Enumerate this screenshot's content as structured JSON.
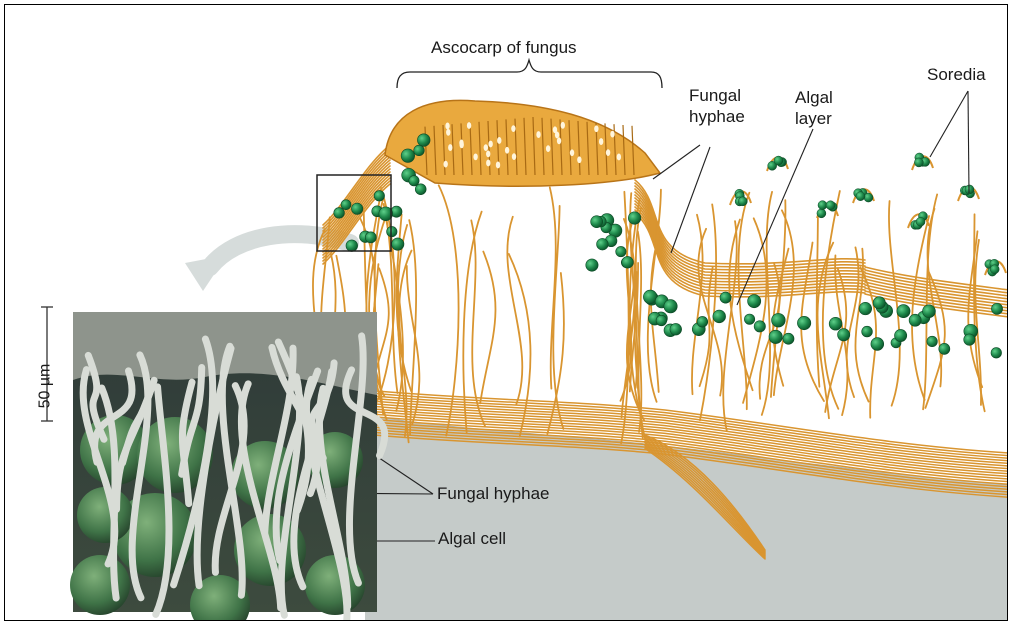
{
  "labels": {
    "ascocarp": "Ascocarp of fungus",
    "fungal_hyphae_top_line1": "Fungal",
    "fungal_hyphae_top_line2": "hyphae",
    "algal_layer_line1": "Algal",
    "algal_layer_line2": "layer",
    "soredia": "Soredia",
    "fungal_hyphae_micro": "Fungal hyphae",
    "algal_cell": "Algal cell",
    "scale_bar": "50 µm"
  },
  "colors": {
    "hyphae": "#e8a83a",
    "hyphae_dark": "#b87418",
    "algae": "#1f8a4c",
    "substrate": "#c7cdcb",
    "arrow": "#d9dedd"
  }
}
